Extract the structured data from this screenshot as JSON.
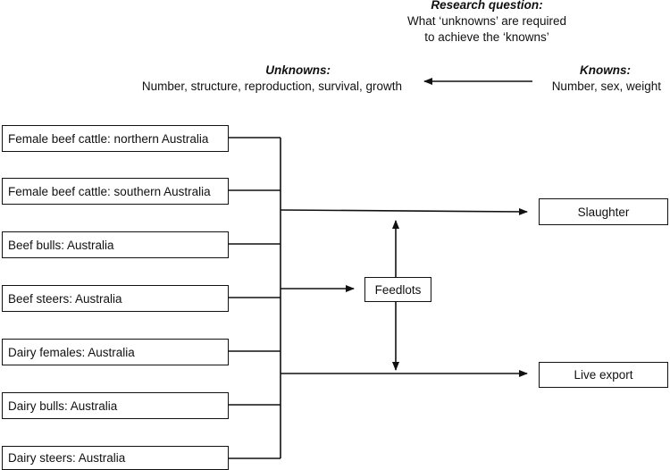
{
  "research_question": {
    "title": "Research question:",
    "line1": "What ‘unknowns’ are required",
    "line2": "to achieve the ‘knowns’"
  },
  "unknowns": {
    "title": "Unknowns:",
    "items": "Number, structure, reproduction, survival, growth"
  },
  "knowns": {
    "title": "Knowns:",
    "items": "Number, sex, weight"
  },
  "sources": [
    "Female beef cattle: northern Australia",
    "Female beef cattle: southern Australia",
    "Beef bulls: Australia",
    "Beef steers: Australia",
    "Dairy females: Australia",
    "Dairy bulls: Australia",
    "Dairy steers: Australia"
  ],
  "feedlots": "Feedlots",
  "destinations": {
    "slaughter": "Slaughter",
    "live_export": "Live export"
  },
  "colors": {
    "line": "#111111",
    "background": "#ffffff"
  }
}
